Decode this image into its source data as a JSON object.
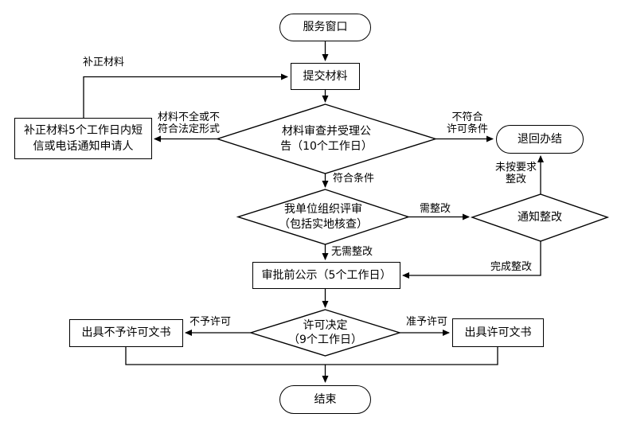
{
  "flowchart": {
    "nodes": {
      "start": "服务窗口",
      "submit": "提交材料",
      "review": "材料审查并受理公\n告（10个工作日）",
      "supplement_notice": "补正材料5个工作日内短\n信或电话通知申请人",
      "return_close": "退回办结",
      "evaluation": "我单位组织评审\n（包括实地核查）",
      "rectify_notice": "通知整改",
      "pre_approval_publicity": "审批前公示（5个工作日）",
      "decision": "许可决定\n（9个工作日）",
      "deny_doc": "出具不予许可文书",
      "grant_doc": "出具许可文书",
      "end": "结束"
    },
    "edge_labels": {
      "supplement_materials": "补正材料",
      "materials_incomplete": "材料不全或不\n符合法定形式",
      "not_meet_conditions": "不符合\n许可条件",
      "meet_conditions": "符合条件",
      "need_rectification": "需整改",
      "rectification_not_done": "未按要求\n整改",
      "rectification_done": "完成整改",
      "no_rectification": "无需整改",
      "deny": "不予许可",
      "approve": "准予许可"
    },
    "colors": {
      "line": "#000000",
      "node_fill": "#ffffff",
      "text": "#000000",
      "background": "#ffffff"
    }
  }
}
